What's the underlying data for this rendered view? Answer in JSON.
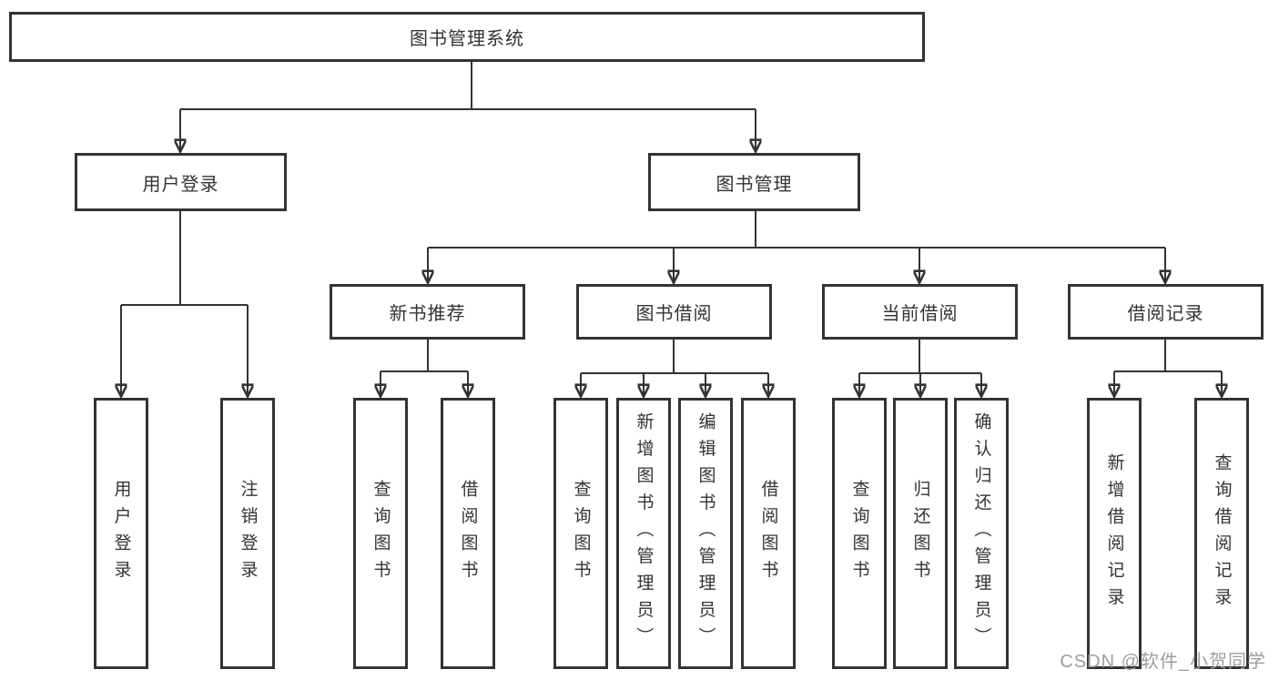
{
  "diagram": {
    "root": {
      "label": "图书管理系统"
    },
    "branches": [
      {
        "label": "用户登录",
        "children": [
          {
            "label": "用户登录"
          },
          {
            "label": "注销登录"
          }
        ]
      },
      {
        "label": "图书管理",
        "children": [
          {
            "label": "新书推荐",
            "children": [
              {
                "label": "查询图书"
              },
              {
                "label": "借阅图书"
              }
            ]
          },
          {
            "label": "图书借阅",
            "children": [
              {
                "label": "查询图书"
              },
              {
                "label": "新增图书（管理员）"
              },
              {
                "label": "编辑图书（管理员）"
              },
              {
                "label": "借阅图书"
              }
            ]
          },
          {
            "label": "当前借阅",
            "children": [
              {
                "label": "查询图书"
              },
              {
                "label": "归还图书"
              },
              {
                "label": "确认归还（管理员）"
              }
            ]
          },
          {
            "label": "借阅记录",
            "children": [
              {
                "label": "新增借阅记录"
              },
              {
                "label": "查询借阅记录"
              }
            ]
          }
        ]
      }
    ]
  },
  "watermark": "CSDN @软件_小贺同学",
  "colors": {
    "line": "#333333",
    "box_border": "#333333",
    "text": "#333333",
    "watermark": "#9e9e9e",
    "background": "#ffffff"
  }
}
